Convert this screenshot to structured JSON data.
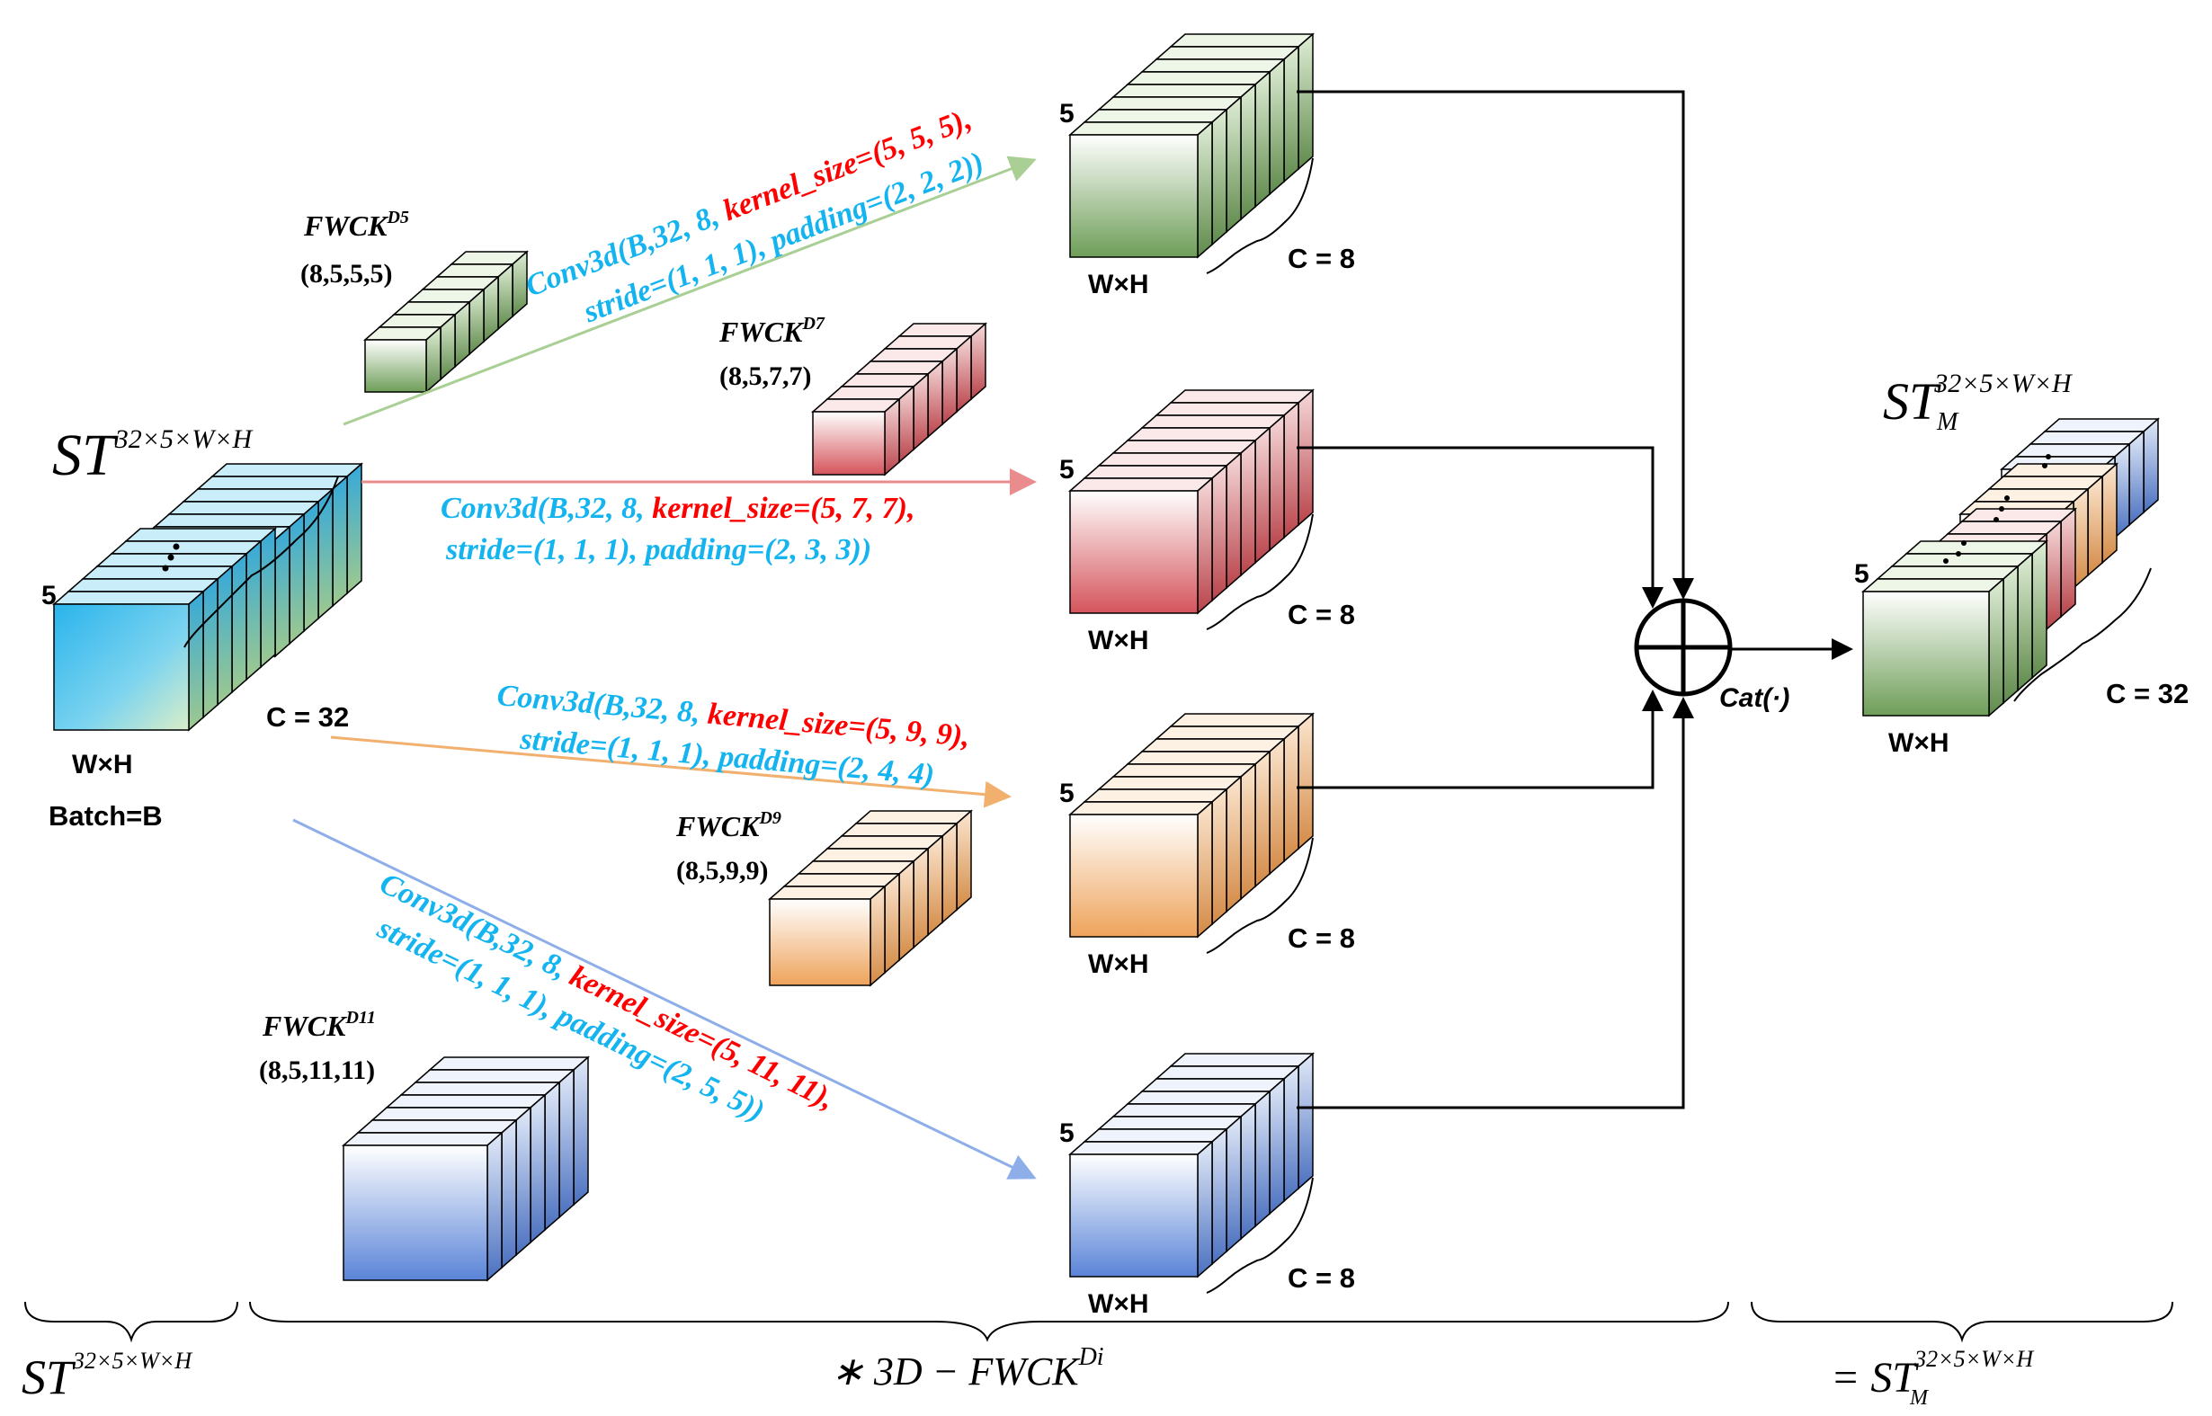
{
  "input": {
    "st_base": "ST",
    "st_sup": "32×5×W×H",
    "depth_label": "5",
    "wh_label": "W×H",
    "channel_label": "C = 32",
    "batch_label": "Batch=B"
  },
  "kernels": [
    {
      "name_base": "FWCK",
      "name_sup": "D5",
      "dims": "(8,5,5,5)"
    },
    {
      "name_base": "FWCK",
      "name_sup": "D7",
      "dims": "(8,5,7,7)"
    },
    {
      "name_base": "FWCK",
      "name_sup": "D9",
      "dims": "(8,5,9,9)"
    },
    {
      "name_base": "FWCK",
      "name_sup": "D11",
      "dims": "(8,5,11,11)"
    }
  ],
  "convs": [
    {
      "l1_blue": "Conv3d(B,32, 8, ",
      "l1_red": "kernel_size=(5, 5, 5),",
      "l2": "stride=(1, 1, 1), padding=(2, 2, 2))"
    },
    {
      "l1_blue": "Conv3d(B,32, 8, ",
      "l1_red": "kernel_size=(5, 7, 7),",
      "l2": "stride=(1, 1, 1), padding=(2, 3, 3))"
    },
    {
      "l1_blue": "Conv3d(B,32, 8, ",
      "l1_red": "kernel_size=(5, 9, 9),",
      "l2": "stride=(1, 1, 1), padding=(2, 4, 4)"
    },
    {
      "l1_blue": "Conv3d(B,32, 8, ",
      "l1_red": "kernel_size=(5, 11, 11),",
      "l2": "stride=(1, 1, 1), padding=(2, 5, 5))"
    }
  ],
  "outputs": [
    {
      "depth_label": "5",
      "wh_label": "W×H",
      "channel_label": "C = 8"
    },
    {
      "depth_label": "5",
      "wh_label": "W×H",
      "channel_label": "C = 8"
    },
    {
      "depth_label": "5",
      "wh_label": "W×H",
      "channel_label": "C = 8"
    },
    {
      "depth_label": "5",
      "wh_label": "W×H",
      "channel_label": "C = 8"
    }
  ],
  "concat": {
    "label": "Cat(·)"
  },
  "result": {
    "st_base": "ST",
    "st_sub": "M",
    "st_sup": "32×5×W×H",
    "depth_label": "5",
    "wh_label": "W×H",
    "channel_label": "C = 32"
  },
  "footer": {
    "left_base": "ST",
    "left_sup": "32×5×W×H",
    "mid_prefix": "∗ 3D − ",
    "mid_base": "FWCK",
    "mid_sup": "Di",
    "right_prefix": "= ",
    "right_base": "ST",
    "right_sub": "M",
    "right_sup": "32×5×W×H"
  },
  "colors": {
    "green": "#8fbc7a",
    "red": "#e0777c",
    "orange": "#f2b37a",
    "blue": "#7ea0e0",
    "cyan": "#3fb6e8",
    "conv_blue": "#13b4ef",
    "conv_red": "#ff0000"
  }
}
